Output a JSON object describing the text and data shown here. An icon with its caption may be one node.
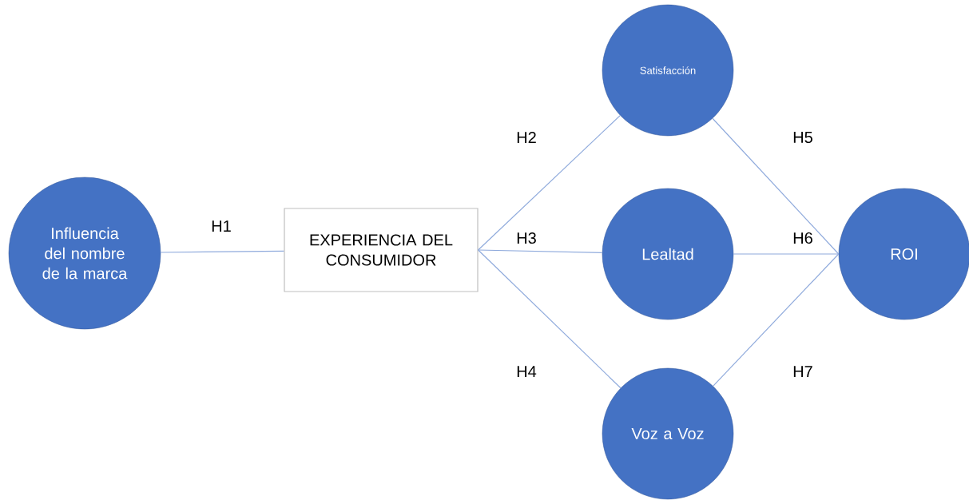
{
  "diagram": {
    "nodes": [
      {
        "text": [
          "Influencia del nombre de la marca"
        ]
      },
      {
        "text": [
          "EXPERIENCIA DEL CONSUMIDOR"
        ]
      },
      {
        "text": [
          "Satisfacción"
        ]
      },
      {
        "text": [
          "Lealtad"
        ]
      },
      {
        "text": [
          "Voz a Voz"
        ]
      },
      {
        "text": [
          "ROI"
        ]
      }
    ],
    "edges": [
      {
        "from": 0,
        "to": 1,
        "arrow": "none",
        "label": "H1"
      },
      {
        "from": 1,
        "to": 2,
        "arrow": "none",
        "label": "H2"
      },
      {
        "from": 1,
        "to": 3,
        "arrow": "none",
        "label": "H3"
      },
      {
        "from": 1,
        "to": 4,
        "arrow": "none",
        "label": "H4"
      },
      {
        "from": 2,
        "to": 5,
        "arrow": "none",
        "label": "H5"
      },
      {
        "from": 3,
        "to": 5,
        "arrow": "none",
        "label": "H6"
      },
      {
        "from": 4,
        "to": 5,
        "arrow": "none",
        "label": "H7"
      }
    ]
  }
}
